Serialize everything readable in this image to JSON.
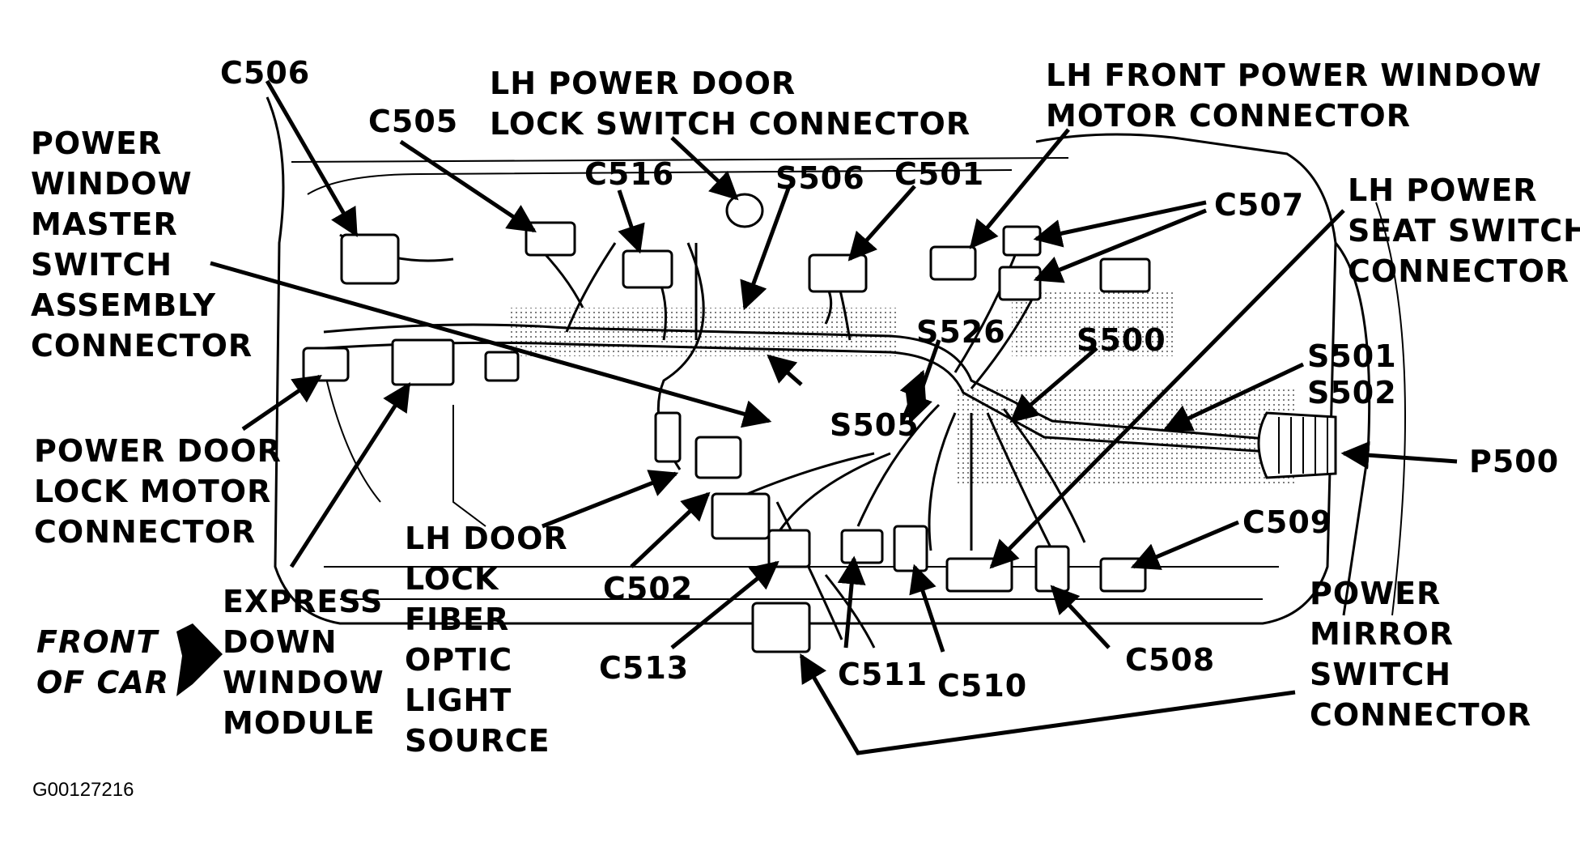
{
  "figure_code": "G00127216",
  "labels": {
    "c506": "C506",
    "c505": "C505",
    "lh_door_lock_switch": [
      "LH POWER DOOR",
      "LOCK SWITCH CONNECTOR"
    ],
    "c516": "C516",
    "s506": "S506",
    "c501": "C501",
    "lh_front_window_motor": [
      "LH FRONT POWER WINDOW",
      "MOTOR CONNECTOR"
    ],
    "c507": "C507",
    "lh_seat_switch": [
      "LH POWER",
      "SEAT SWITCH",
      "CONNECTOR"
    ],
    "master_switch": [
      "POWER",
      "WINDOW",
      "MASTER",
      "SWITCH",
      "ASSEMBLY",
      "CONNECTOR"
    ],
    "s526": "S526",
    "s500": "S500",
    "s501": "S501",
    "s502": "S502",
    "s505": "S505",
    "p500": "P500",
    "door_lock_motor": [
      "POWER DOOR",
      "LOCK MOTOR",
      "CONNECTOR"
    ],
    "fiber_optic": [
      "LH DOOR",
      "LOCK",
      "FIBER",
      "OPTIC",
      "LIGHT",
      "SOURCE"
    ],
    "c502": "C502",
    "c509": "C509",
    "front_of_car": [
      "FRONT",
      "OF CAR"
    ],
    "express_down": [
      "EXPRESS",
      "DOWN",
      "WINDOW",
      "MODULE"
    ],
    "c513": "C513",
    "c511": "C511",
    "c510": "C510",
    "c508": "C508",
    "mirror_switch": [
      "POWER",
      "MIRROR",
      "SWITCH",
      "CONNECTOR"
    ]
  }
}
